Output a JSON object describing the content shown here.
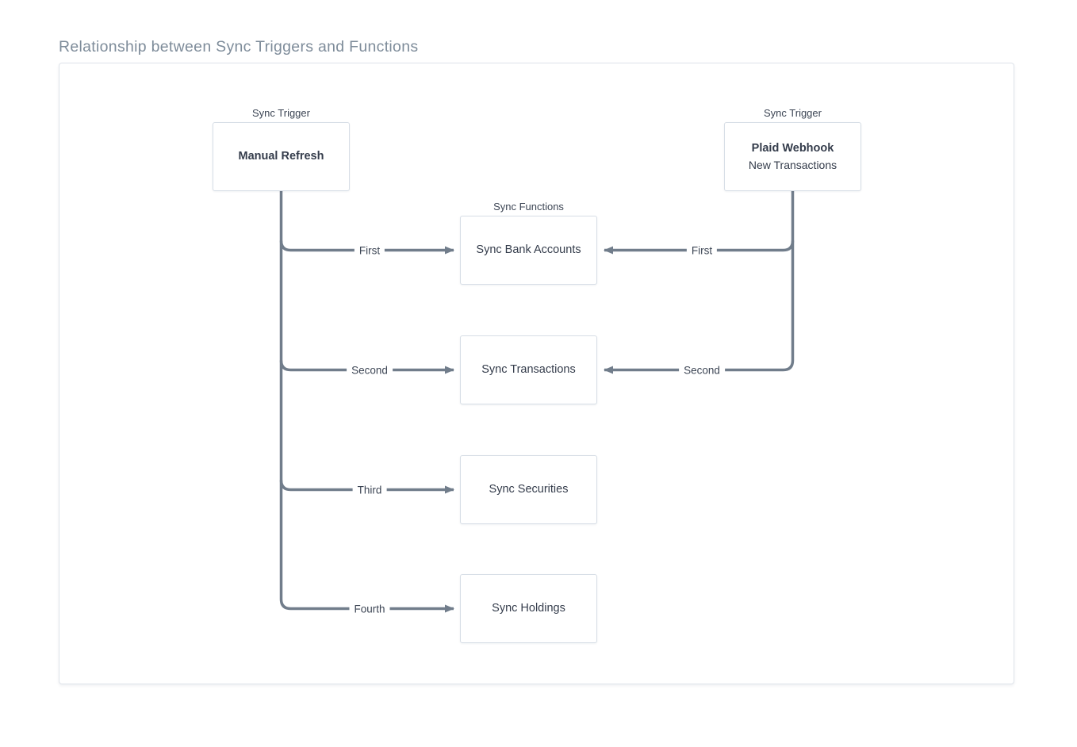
{
  "title": "Relationship between Sync Triggers and Functions",
  "colors": {
    "line": "#717D8B",
    "box_border": "#D7DEE6",
    "container_border": "#DEE3EA",
    "title_text": "#7E8C9A",
    "label_text": "#3C4554",
    "box_text": "#343C4B"
  },
  "diagram": {
    "triggers": [
      {
        "label": "Sync Trigger",
        "title": "Manual Refresh",
        "subtitle": ""
      },
      {
        "label": "Sync Trigger",
        "title": "Plaid Webhook",
        "subtitle": "New Transactions"
      }
    ],
    "functions_label": "Sync Functions",
    "functions": [
      "Sync Bank Accounts",
      "Sync Transactions",
      "Sync Securities",
      "Sync Holdings"
    ],
    "left_edges": [
      "First",
      "Second",
      "Third",
      "Fourth"
    ],
    "right_edges": [
      "First",
      "Second"
    ]
  }
}
